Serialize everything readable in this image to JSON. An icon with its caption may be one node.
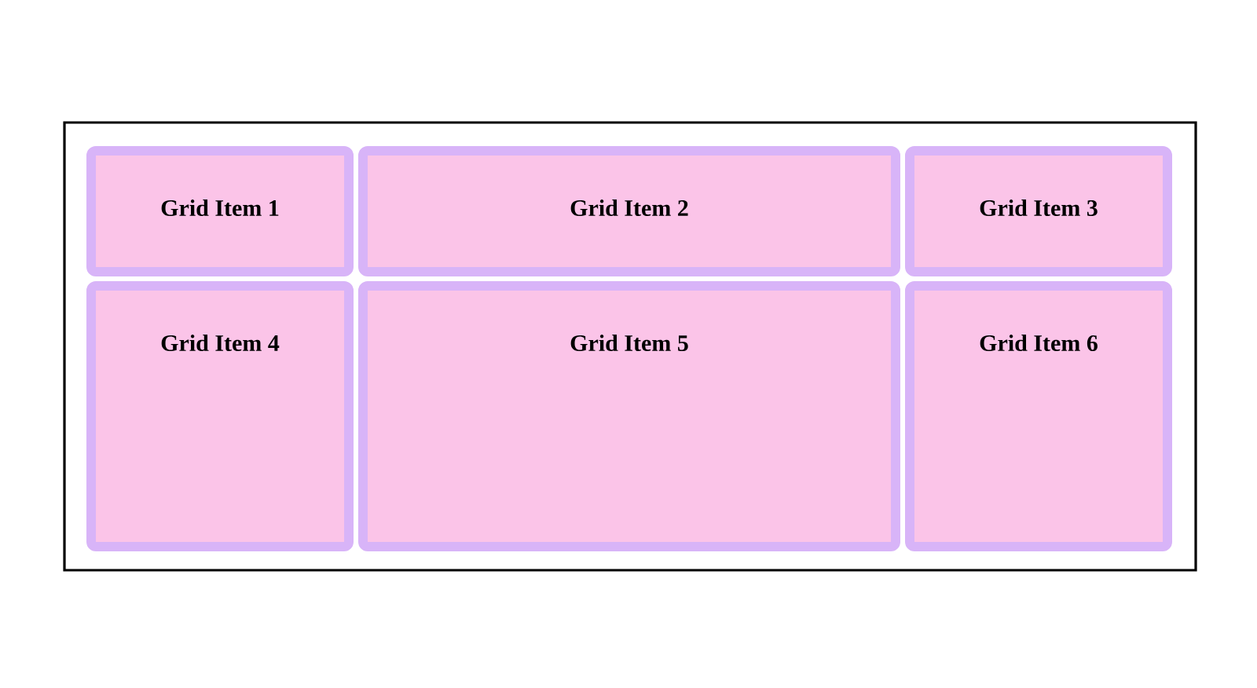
{
  "diagram": {
    "nodes": [
      {
        "text": [],
        "shape": "box"
      },
      {
        "text": [
          "Grid Item 1"
        ],
        "in": 0
      },
      {
        "text": [
          "Grid Item 2"
        ],
        "in": 0
      },
      {
        "text": [
          "Grid Item 3"
        ],
        "in": 0
      },
      {
        "text": [
          "Grid Item 4"
        ],
        "in": 0
      },
      {
        "text": [
          "Grid Item 5"
        ],
        "in": 0
      },
      {
        "text": [
          "Grid Item 6"
        ],
        "in": 0
      }
    ]
  }
}
